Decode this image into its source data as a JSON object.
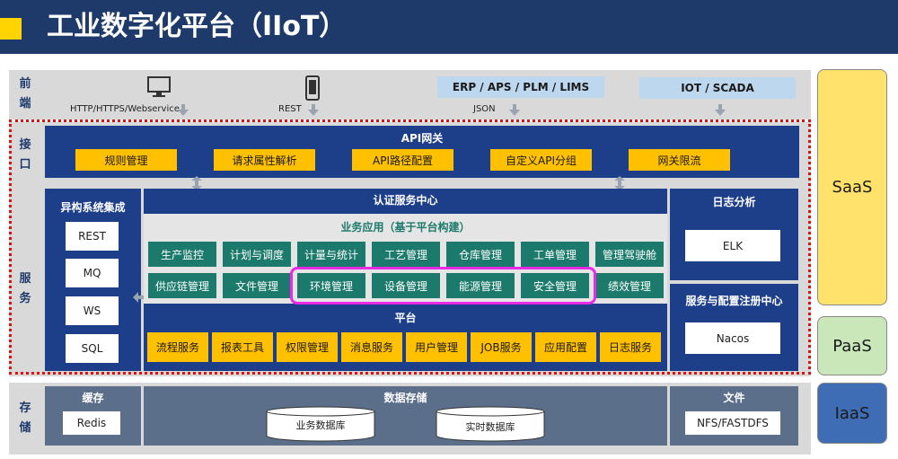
{
  "title": "工业数字化平台（IIoT）",
  "frontend": {
    "label": "前端",
    "http_label": "HTTP/HTTPS/Webservice",
    "rest_label": "REST",
    "json_label": "JSON",
    "erp_box": "ERP / APS / PLM / LIMS",
    "iot_box": "IOT / SCADA",
    "icons": [
      "monitor-icon",
      "phone-icon",
      "down-arrow-icon"
    ]
  },
  "interface": {
    "label": "接口",
    "header": "API网关",
    "items": [
      "规则管理",
      "请求属性解析",
      "API路径配置",
      "自定义API分组",
      "网关限流"
    ]
  },
  "service": {
    "label": "服务",
    "integration_header": "异构系统集成",
    "integration_items": [
      "REST",
      "MQ",
      "WS",
      "SQL"
    ],
    "auth_header": "认证服务中心",
    "apps_header": "业务应用（基于平台构建）",
    "apps_row1": [
      "生产监控",
      "计划与调度",
      "计量与统计",
      "工艺管理",
      "仓库管理",
      "工单管理",
      "管理驾驶舱"
    ],
    "apps_row2": [
      "供应链管理",
      "文件管理",
      "环境管理",
      "设备管理",
      "能源管理",
      "安全管理",
      "绩效管理"
    ],
    "platform_header": "平台",
    "platform_items": [
      "流程服务",
      "报表工具",
      "权限管理",
      "消息服务",
      "用户管理",
      "JOB服务",
      "应用配置",
      "日志服务"
    ],
    "log_header": "日志分析",
    "log_item": "ELK",
    "registry_header": "服务与配置注册中心",
    "registry_item": "Nacos"
  },
  "storage": {
    "label": "存储",
    "cache_header": "缓存",
    "cache_item": "Redis",
    "data_header": "数据存储",
    "databases": [
      "业务数据库",
      "实时数据库"
    ],
    "file_header": "文件",
    "file_item": "NFS/FASTDFS"
  },
  "tiers": [
    "SaaS",
    "PaaS",
    "IaaS"
  ],
  "colors": {
    "navy": "#1d3f8a",
    "gold": "#ffc000",
    "teal": "#1b7a6b",
    "dashed_border": "#e01010",
    "highlight": "#e62ae6",
    "saas": "#ffe26b",
    "paas": "#c9e7b8",
    "iaas": "#3e6db5"
  }
}
